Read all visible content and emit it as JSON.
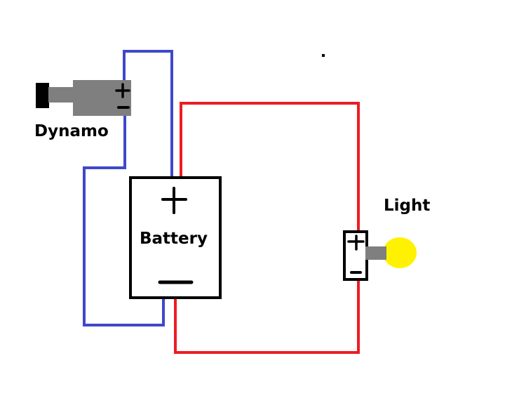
{
  "labels": {
    "dynamo": "Dynamo",
    "battery": "Battery",
    "light": "Light"
  },
  "symbols": {
    "plus": "+",
    "minus": "−"
  },
  "colors": {
    "wire_dynamo": "#3f48cc",
    "wire_light": "#ed1c24",
    "dynamo_body": "#7f7f7f",
    "bulb": "#fff200",
    "outline": "#000000"
  }
}
